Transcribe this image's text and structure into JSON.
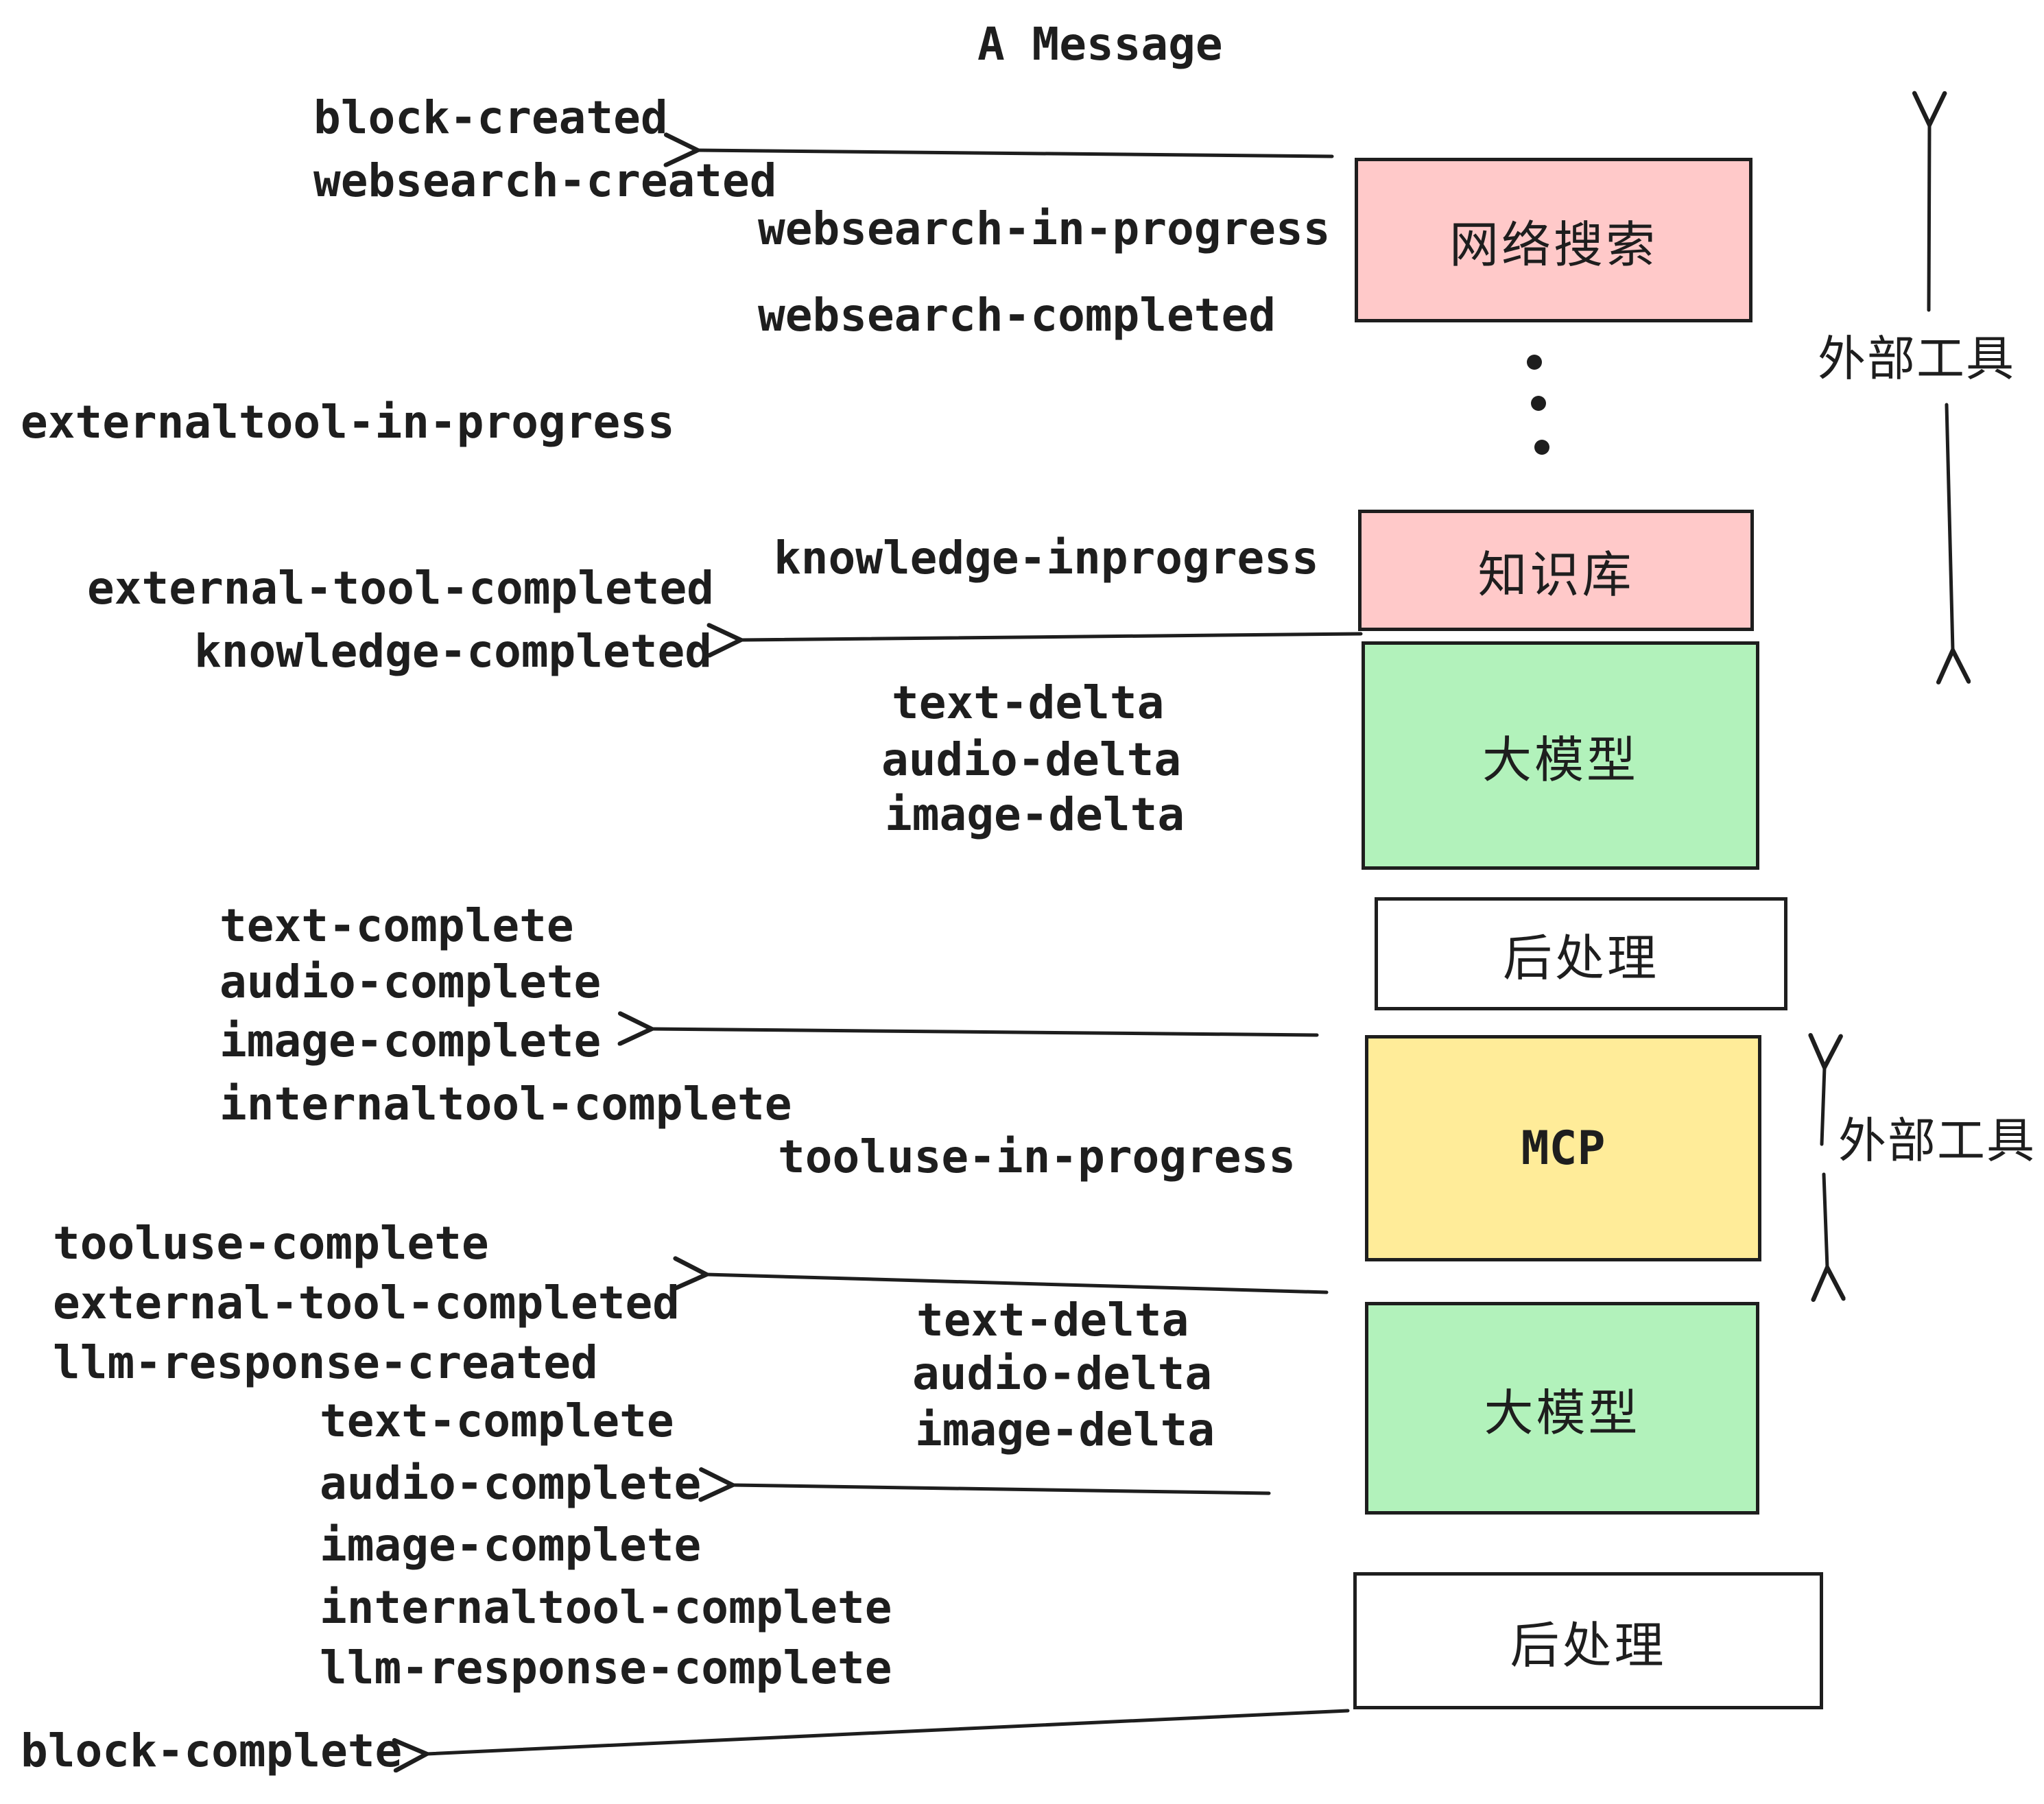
{
  "title": "A Message",
  "colors": {
    "pink": "#ffc9c9",
    "green": "#b2f2bb",
    "yellow": "#ffec99",
    "white": "#ffffff",
    "ink": "#1e1e1e"
  },
  "boxes": [
    {
      "id": "websearch",
      "label": "网络搜索"
    },
    {
      "id": "knowledge",
      "label": "知识库"
    },
    {
      "id": "llm-1",
      "label": "大模型"
    },
    {
      "id": "postprocess-1",
      "label": "后处理"
    },
    {
      "id": "mcp",
      "label": "MCP"
    },
    {
      "id": "llm-2",
      "label": "大模型"
    },
    {
      "id": "postprocess-2",
      "label": "后处理"
    }
  ],
  "side_labels": {
    "external_tools_top": "外部工具",
    "external_tools_bottom": "外部工具"
  },
  "events": {
    "block_created": "block-created",
    "websearch_created": "websearch-created",
    "websearch_in_progress": "websearch-in-progress",
    "websearch_completed": "websearch-completed",
    "externaltool_in_progress": "externaltool-in-progress",
    "knowledge_inprogress": "knowledge-inprogress",
    "external_tool_completed_1": "external-tool-completed",
    "knowledge_completed": "knowledge-completed",
    "text_delta_1": "text-delta",
    "audio_delta_1": "audio-delta",
    "image_delta_1": "image-delta",
    "text_complete_1": "text-complete",
    "audio_complete_1": "audio-complete",
    "image_complete_1": "image-complete",
    "internaltool_complete_1": "internaltool-complete",
    "tooluse_in_progress": "tooluse-in-progress",
    "tooluse_complete": "tooluse-complete",
    "external_tool_completed_2": "external-tool-completed",
    "llm_response_created": "llm-response-created",
    "text_delta_2": "text-delta",
    "audio_delta_2": "audio-delta",
    "image_delta_2": "image-delta",
    "text_complete_2": "text-complete",
    "audio_complete_2": "audio-complete",
    "image_complete_2": "image-complete",
    "internaltool_complete_2": "internaltool-complete",
    "llm_response_complete": "llm-response-complete",
    "block_complete": "block-complete"
  }
}
